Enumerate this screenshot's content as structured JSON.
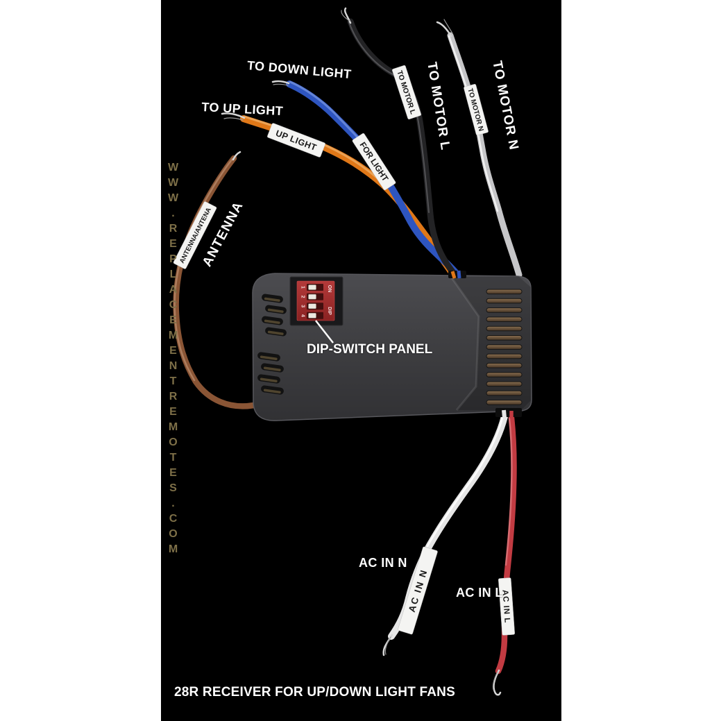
{
  "watermark": {
    "text": "WWW.REPLACEMENTREMOTES.COM"
  },
  "caption": {
    "text": "28R RECEIVER FOR UP/DOWN LIGHT FANS"
  },
  "annotations": {
    "to_down_light": "TO DOWN LIGHT",
    "to_up_light": "TO UP LIGHT",
    "to_motor_l": "TO MOTOR L",
    "to_motor_n": "TO MOTOR N",
    "antenna": "ANTENNA",
    "dip_switch_panel": "DIP-SWITCH PANEL",
    "ac_in_n": "AC IN N",
    "ac_in_l": "AC IN L"
  },
  "wire_sleeves": {
    "up_light": "UP LIGHT",
    "for_light": "FOR LIGHT",
    "to_motor_l": "TO MOTOR L",
    "to_motor_n": "TO MOTOR N",
    "antenna": "ANTENNA/ANTENA",
    "ac_in_n": "AC IN N",
    "ac_in_l": "AC IN L"
  },
  "dip_switch": {
    "positions": [
      "1",
      "2",
      "3",
      "4"
    ],
    "on_label": "ON",
    "dip_label": "DIP"
  },
  "colors": {
    "background": "#000000",
    "page_margin": "#ffffff",
    "watermark_text": "#7e7048",
    "annotation_text": "#ffffff",
    "receiver_gray": "#3f3f42",
    "dip_red": "#a83030",
    "wire_brown": "#8a5535",
    "wire_orange": "#e07818",
    "wire_blue": "#2e55c0",
    "wire_black": "#232325",
    "wire_gray": "#c6c6c8",
    "wire_white": "#e6e6e6",
    "wire_red": "#c23b42"
  }
}
